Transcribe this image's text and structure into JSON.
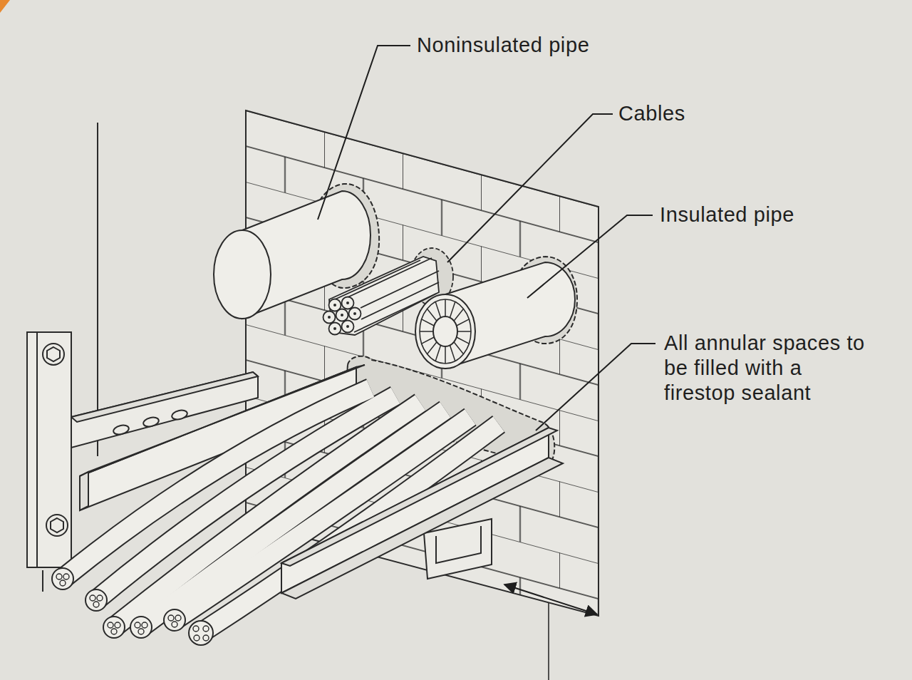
{
  "diagram": {
    "labels": [
      "Noninsulated pipe",
      "Cables",
      "Insulated pipe",
      "All annular spaces to be filled with a firestop sealant"
    ]
  }
}
